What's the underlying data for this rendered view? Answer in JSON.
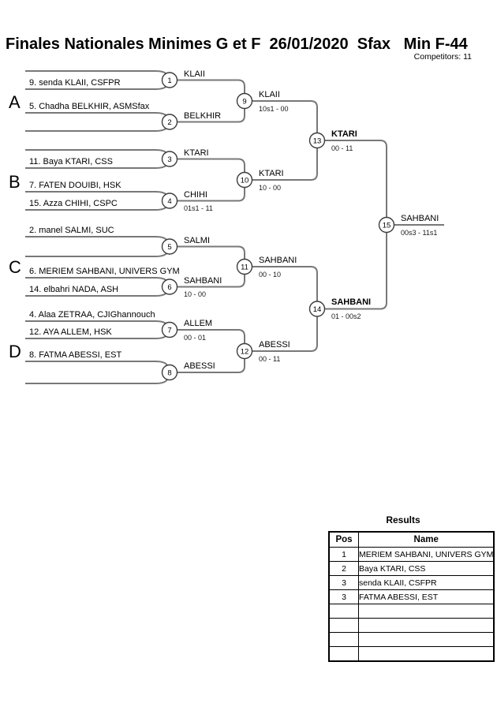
{
  "header": {
    "title": "Finales Nationales Minimes G et F  26/01/2020  Sfax   Min F-44",
    "competitors_label": "Competitors: 11"
  },
  "sections": [
    "A",
    "B",
    "C",
    "D"
  ],
  "bracket": {
    "round1": [
      {
        "number": "1",
        "top_name": "",
        "bottom_name": "9. senda KLAII, CSFPR",
        "winner": "KLAII",
        "score": ""
      },
      {
        "number": "2",
        "top_name": "5. Chadha BELKHIR, ASMSfax",
        "bottom_name": "",
        "winner": "BELKHIR",
        "score": ""
      },
      {
        "number": "3",
        "top_name": "",
        "bottom_name": "11. Baya KTARI, CSS",
        "winner": "KTARI",
        "score": ""
      },
      {
        "number": "4",
        "top_name": "7. FATEN DOUIBI, HSK",
        "bottom_name": "15. Azza CHIHI, CSPC",
        "winner": "CHIHI",
        "score": "01s1 - 11"
      },
      {
        "number": "5",
        "top_name": "2. manel SALMI, SUC",
        "bottom_name": "",
        "winner": "SALMI",
        "score": ""
      },
      {
        "number": "6",
        "top_name": "6. MERIEM SAHBANI, UNIVERS GYM",
        "bottom_name": "14. elbahri NADA, ASH",
        "winner": "SAHBANI",
        "score": "10 - 00"
      },
      {
        "number": "7",
        "top_name": "4. Alaa ZETRAA, CJIGhannouch",
        "bottom_name": "12. AYA ALLEM, HSK",
        "winner": "ALLEM",
        "score": "00 - 01"
      },
      {
        "number": "8",
        "top_name": "8. FATMA ABESSI, EST",
        "bottom_name": "",
        "winner": "ABESSI",
        "score": ""
      }
    ],
    "round2": [
      {
        "number": "9",
        "winner": "KLAII",
        "score": "10s1 - 00"
      },
      {
        "number": "10",
        "winner": "KTARI",
        "score": "10 - 00"
      },
      {
        "number": "11",
        "winner": "SAHBANI",
        "score": "00 - 10"
      },
      {
        "number": "12",
        "winner": "ABESSI",
        "score": "00 - 11"
      }
    ],
    "semifinals": [
      {
        "number": "13",
        "winner": "KTARI",
        "score": "00 - 11"
      },
      {
        "number": "14",
        "winner": "SAHBANI",
        "score": "01 - 00s2"
      }
    ],
    "final": {
      "number": "15",
      "winner": "SAHBANI",
      "score": "00s3 - 11s1"
    }
  },
  "results": {
    "title": "Results",
    "columns": [
      "Pos",
      "Name"
    ],
    "rows": [
      {
        "pos": "1",
        "name": "MERIEM SAHBANI, UNIVERS GYM"
      },
      {
        "pos": "2",
        "name": "Baya KTARI, CSS"
      },
      {
        "pos": "3",
        "name": "senda KLAII, CSFPR"
      },
      {
        "pos": "3",
        "name": "FATMA ABESSI, EST"
      },
      {
        "pos": "",
        "name": ""
      },
      {
        "pos": "",
        "name": ""
      },
      {
        "pos": "",
        "name": ""
      },
      {
        "pos": "",
        "name": ""
      }
    ]
  }
}
